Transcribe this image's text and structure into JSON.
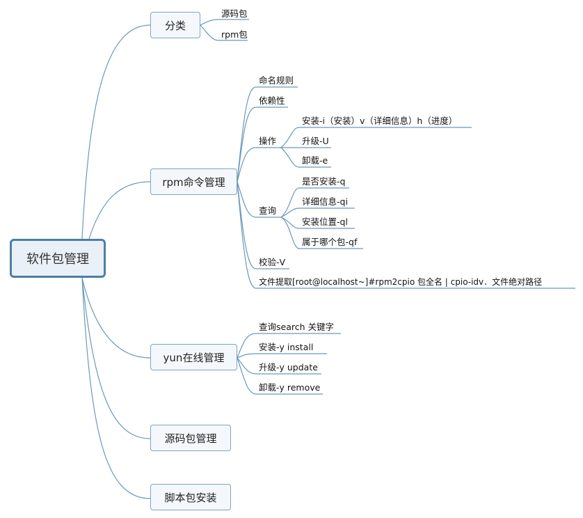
{
  "root": "软件包管理",
  "branches": {
    "classify": {
      "label": "分类",
      "children": [
        "源码包",
        "rpm包"
      ]
    },
    "rpm": {
      "label": "rpm命令管理",
      "children": {
        "naming": "命名规则",
        "dependency": "依赖性",
        "operation": {
          "label": "操作",
          "children": [
            "安装-i（安装）v（详细信息）h（进度）",
            "升级-U",
            "卸载-e"
          ]
        },
        "query": {
          "label": "查询",
          "children": [
            "是否安装-q",
            "详细信息-qi",
            "安装位置-ql",
            "属于哪个包-qf"
          ]
        },
        "verify": "校验-V",
        "extract": "文件提取[root@localhost~]#rpm2cpio 包全名 | cpio-idv．文件绝对路径"
      }
    },
    "yum": {
      "label": "yun在线管理",
      "children": [
        "查询search 关键字",
        "安装-y install",
        "升级-y update",
        "卸载-y remove"
      ]
    },
    "source": {
      "label": "源码包管理"
    },
    "script": {
      "label": "脚本包安装"
    }
  }
}
